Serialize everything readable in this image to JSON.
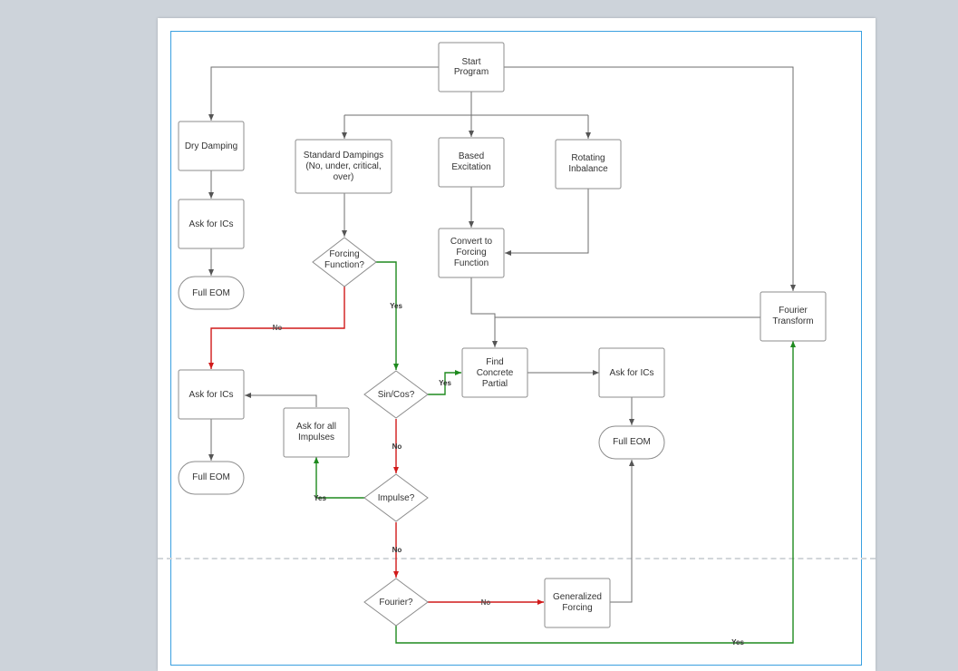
{
  "colors": {
    "canvas": "#cdd3da",
    "page_border": "#3aa0e0",
    "neutral": "#6e6e6e",
    "yes": "#1e8a1e",
    "no": "#d11a1a",
    "node_stroke": "#8c8c8c"
  },
  "nodes": {
    "start": [
      "Start",
      "Program"
    ],
    "dry_damping": [
      "Dry Damping"
    ],
    "standard_dampings": [
      "Standard Dampings",
      "(No, under, critical,",
      "over)"
    ],
    "based_excitation": [
      "Based",
      "Excitation"
    ],
    "rotating_inbalance": [
      "Rotating",
      "Inbalance"
    ],
    "ask_ics_dry": [
      "Ask for ICs"
    ],
    "full_eom_dry": [
      "Full EOM"
    ],
    "forcing_function": [
      "Forcing",
      "Function?"
    ],
    "convert_forcing": [
      "Convert to",
      "Forcing",
      "Function"
    ],
    "fourier_transform": [
      "Fourier",
      "Transform"
    ],
    "ask_ics_left": [
      "Ask for ICs"
    ],
    "full_eom_left": [
      "Full EOM"
    ],
    "find_concrete": [
      "Find",
      "Concrete",
      "Partial"
    ],
    "ask_ics_right": [
      "Ask for ICs"
    ],
    "full_eom_right": [
      "Full EOM"
    ],
    "sin_cos": [
      "Sin/Cos?"
    ],
    "ask_impulses": [
      "Ask for all",
      "Impulses"
    ],
    "impulse": [
      "Impulse?"
    ],
    "fourier_q": [
      "Fourier?"
    ],
    "generalized_forcing": [
      "Generalized",
      "Forcing"
    ]
  },
  "edge_labels": {
    "forcing_no": "No",
    "forcing_yes": "Yes",
    "sincos_yes": "Yes",
    "sincos_no": "No",
    "impulse_yes": "Yes",
    "impulse_no": "No",
    "fourier_no": "No",
    "fourier_yes": "Yes"
  }
}
